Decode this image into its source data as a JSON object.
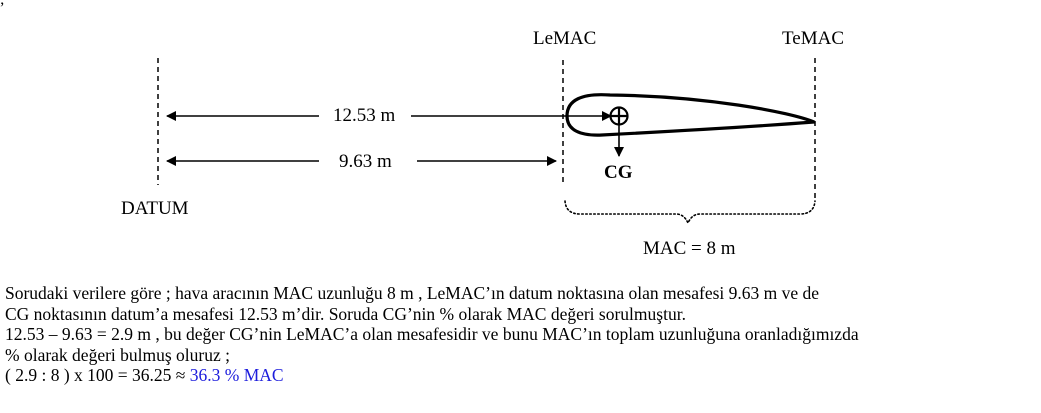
{
  "corner_mark": ";",
  "diagram": {
    "lemac_label": "LeMAC",
    "temac_label": "TeMAC",
    "dist_cg_label": "12.53 m",
    "dist_lemac_label": "9.63 m",
    "cg_label": "CG",
    "datum_label": "DATUM",
    "mac_label": "MAC = 8 m"
  },
  "explanation": {
    "line1": "Sorudaki verilere göre ; hava aracının MAC uzunluğu 8 m , LeMAC’ın datum noktasına olan mesafesi 9.63 m ve de",
    "line2": "CG noktasının datum’a mesafesi 12.53 m’dir. Soruda CG’nin % olarak MAC değeri sorulmuştur.",
    "line3": "12.53 – 9.63 = 2.9 m , bu değer CG’nin LeMAC’a olan mesafesidir ve bunu MAC’ın toplam uzunluğuna oranladığımızda",
    "line4": "% olarak değeri bulmuş oluruz ;",
    "line5_prefix": "( 2.9 : 8 ) x 100 = 36.25 ≈ ",
    "line5_result": "36.3 % MAC",
    "result_color": "#1c1cdc"
  }
}
